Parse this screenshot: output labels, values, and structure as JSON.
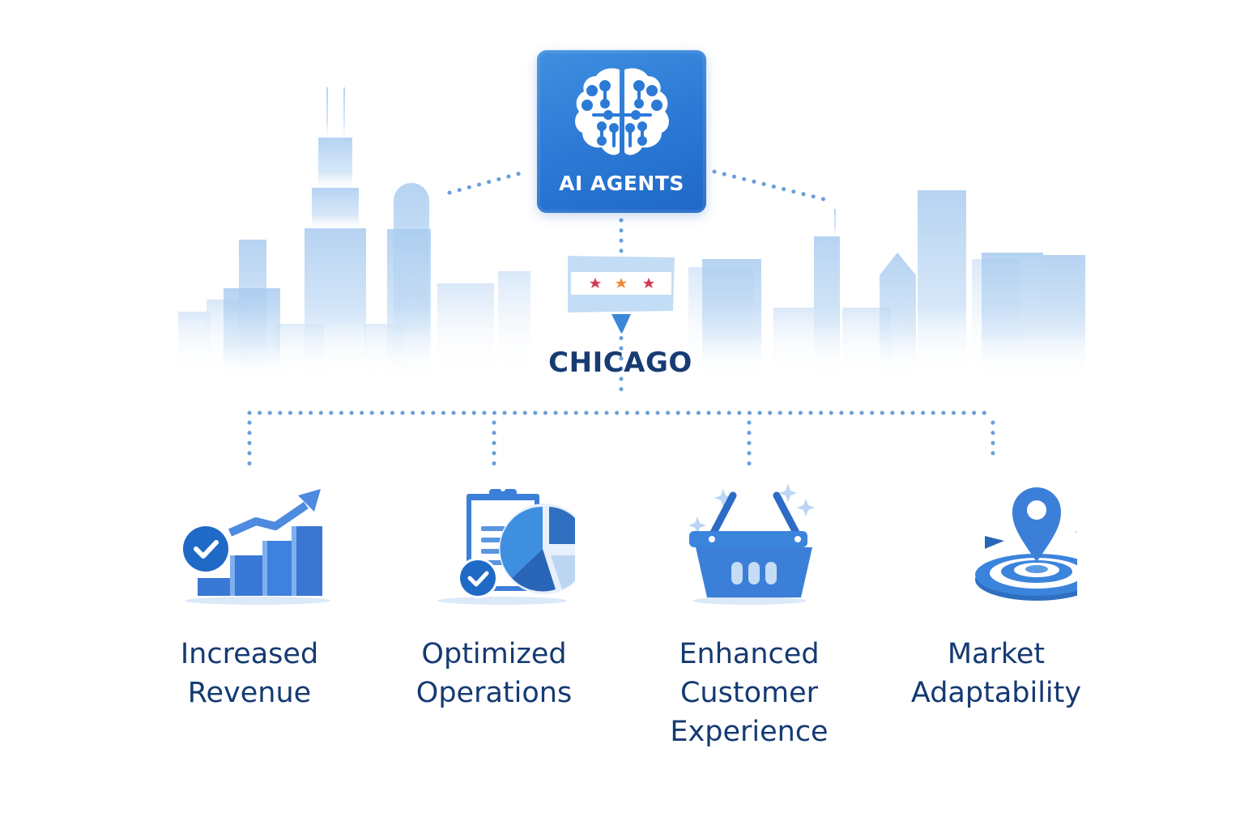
{
  "diagram": {
    "hub": {
      "label": "AI AGENTS",
      "icon": "brain-circuit-icon",
      "color": "#2c7ad6"
    },
    "location": {
      "label": "CHICAGO",
      "icon": "chicago-flag-icon",
      "flag_star_colors": [
        "#d23c54",
        "#f08a3a",
        "#d23c54"
      ],
      "background": "chicago-skyline"
    },
    "benefits": [
      {
        "label_lines": [
          "Increased",
          "Revenue"
        ],
        "icon": "growth-chart-icon"
      },
      {
        "label_lines": [
          "Optimized",
          "Operations"
        ],
        "icon": "clipboard-pie-chart-icon"
      },
      {
        "label_lines": [
          "Enhanced",
          "Customer",
          "Experience"
        ],
        "icon": "shopping-basket-icon"
      },
      {
        "label_lines": [
          "Market",
          "Adaptability"
        ],
        "icon": "location-target-icon"
      }
    ],
    "colors": {
      "primary": "#2c7ad6",
      "dark_text": "#143a72",
      "connector": "#6a9fdb",
      "skyline": "#a9cdf0"
    }
  }
}
